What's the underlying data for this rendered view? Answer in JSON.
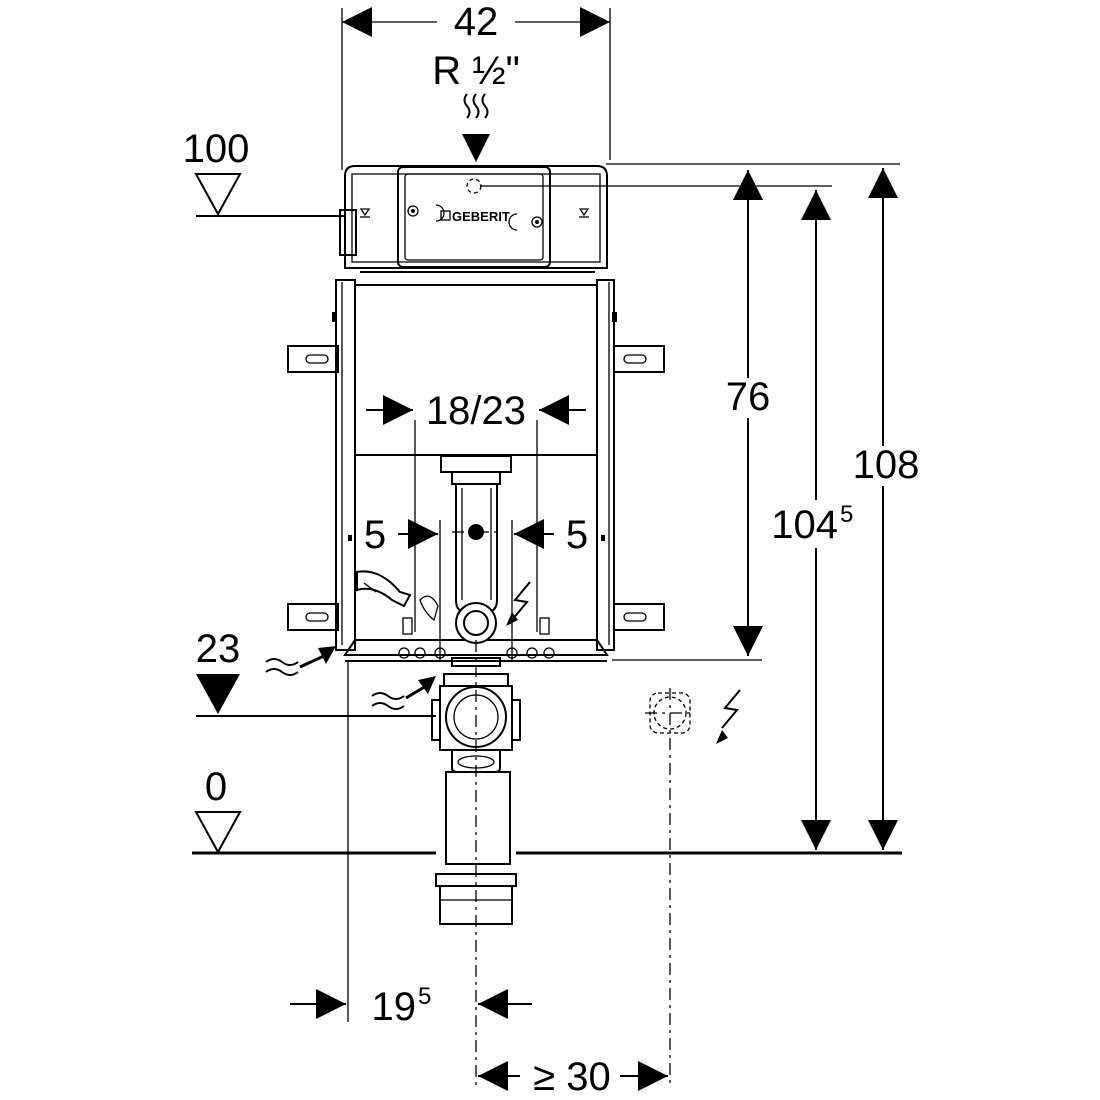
{
  "diagram": {
    "brand_logo": "GEBERIT",
    "labels": {
      "width": "42",
      "water_connection": "R ½\"",
      "level_top": "100",
      "level_mid": "23",
      "level_floor": "0",
      "flush_spacing": "18/23",
      "offset_left": "5",
      "offset_right": "5",
      "height_frame": "76",
      "height_cistern_main": "104",
      "height_cistern_sup": "5",
      "height_total": "108",
      "drain_offset_main": "19",
      "drain_offset_sup": "5",
      "min_distance": "≥ 30"
    }
  }
}
